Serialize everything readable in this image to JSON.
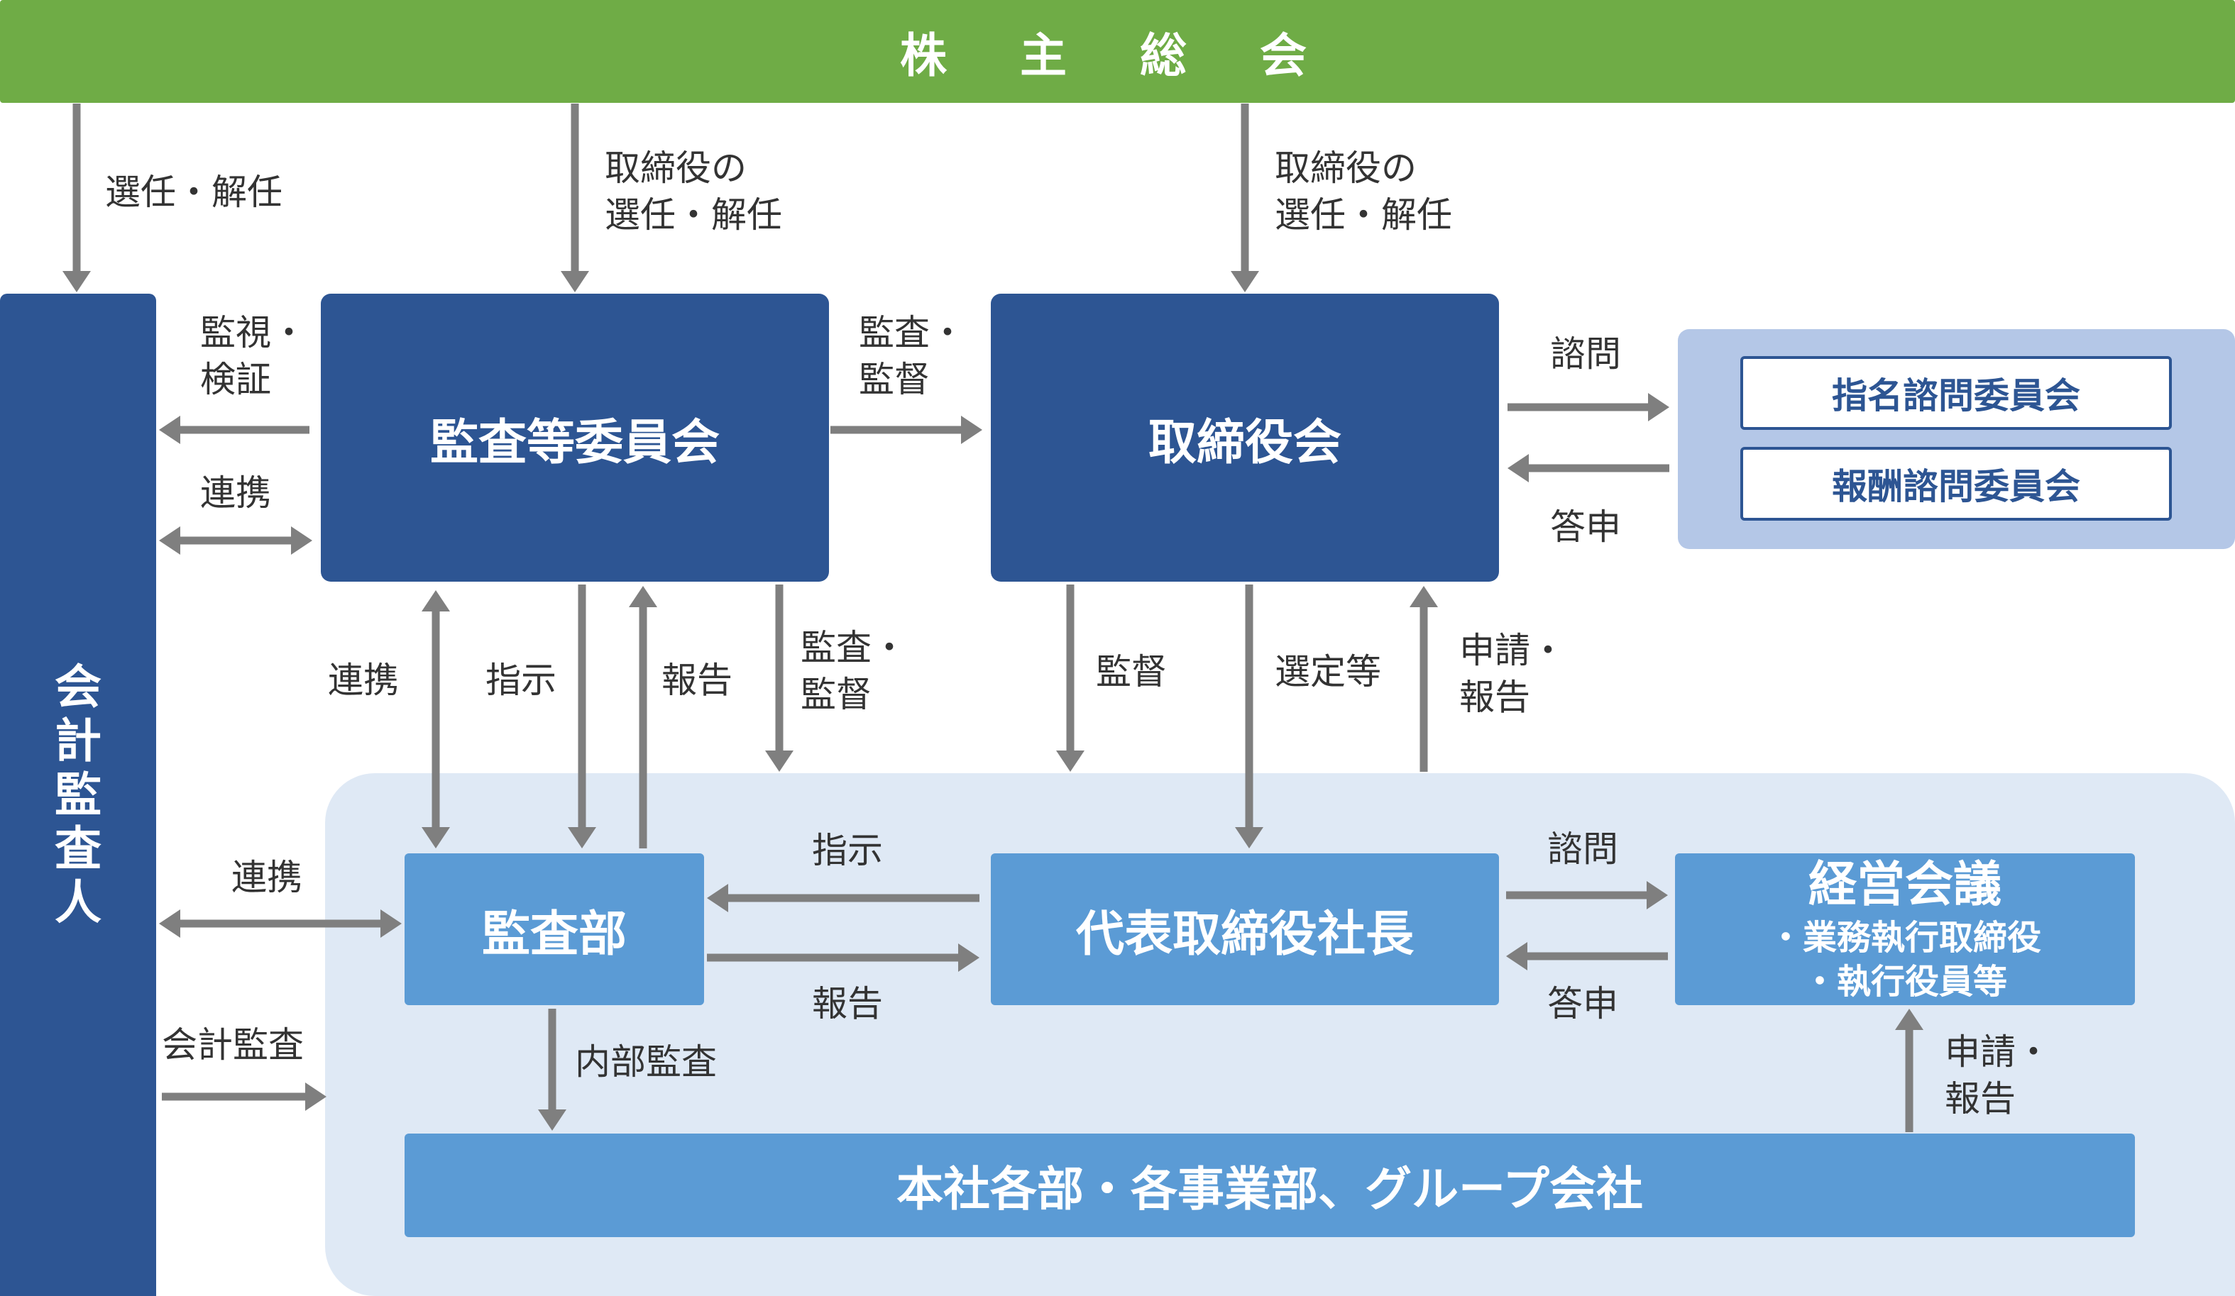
{
  "colors": {
    "green": "#6fac46",
    "dark_blue": "#2d5593",
    "mid_blue": "#5b9bd5",
    "light_panel": "#b4c7e7",
    "exec_panel": "#dfe9f5",
    "arrow": "#7f7f7f"
  },
  "nodes": {
    "shareholders": "株 主 総 会",
    "accounting_auditor": "会計監査人",
    "audit_committee": "監査等委員会",
    "board": "取締役会",
    "nomination_committee": "指名諮問委員会",
    "compensation_committee": "報酬諮問委員会",
    "audit_dept": "監査部",
    "president": "代表取締役社長",
    "management_meeting": {
      "title": "経営会議",
      "items": [
        "・業務執行取締役",
        "・執行役員等"
      ]
    },
    "departments": "本社各部・各事業部、グループ会社"
  },
  "labels": {
    "elect_dismiss": "選任・解任",
    "director_elect_1": "取締役の",
    "director_elect_2": "選任・解任",
    "director_elect_b1": "取締役の",
    "director_elect_b2": "選任・解任",
    "monitor_1": "監視・",
    "monitor_2": "検証",
    "cooperation_top": "連携",
    "audit_supervise_1": "監査・",
    "audit_supervise_2": "監督",
    "consult_top": "諮問",
    "report_back_top": "答申",
    "cooperation_mid": "連携",
    "instruct_mid": "指示",
    "report_mid": "報告",
    "audit_supervise_b1": "監査・",
    "audit_supervise_b2": "監督",
    "supervise": "監督",
    "select": "選定等",
    "apply_report_1": "申請・",
    "apply_report_2": "報告",
    "cooperation_low": "連携",
    "instruct_low": "指示",
    "report_low": "報告",
    "consult_low": "諮問",
    "report_back_low": "答申",
    "accounting_audit": "会計監査",
    "internal_audit": "内部監査",
    "apply_report_c1": "申請・",
    "apply_report_c2": "報告"
  }
}
